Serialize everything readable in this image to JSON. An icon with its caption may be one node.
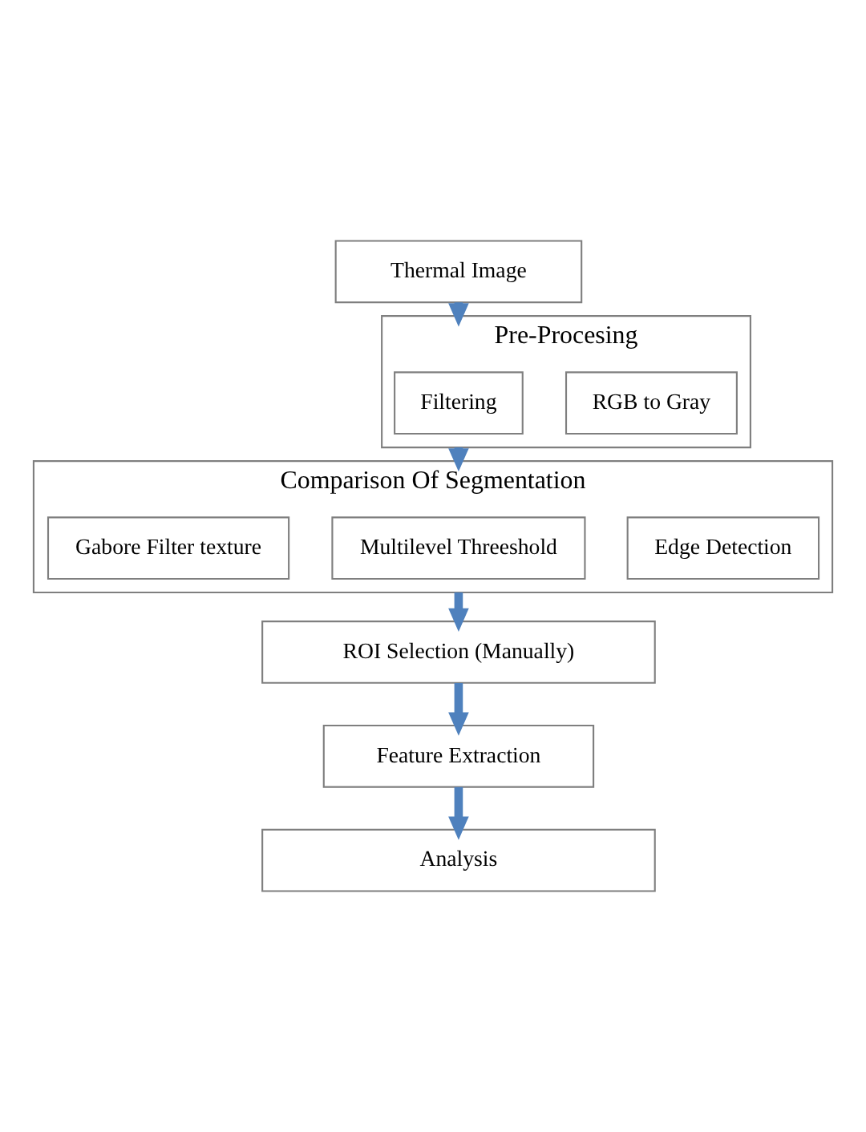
{
  "diagram": {
    "nodes": [
      {
        "text": [
          "Thermal Image"
        ]
      },
      {
        "text": [
          "Pre-Procesing"
        ]
      },
      {
        "text": [
          "RGB to Gray"
        ],
        "in": 1
      },
      {
        "text": [
          "Filtering"
        ],
        "in": 1
      },
      {
        "text": [
          "Comparison Of Segmentation"
        ]
      },
      {
        "text": [
          "Edge Detection"
        ],
        "in": 4
      },
      {
        "text": [
          "Multilevel Threeshold"
        ],
        "in": 4
      },
      {
        "text": [
          "Gabore Filter texture"
        ],
        "in": 4
      },
      {
        "text": [
          "ROI Selection (Manually)"
        ]
      },
      {
        "text": [
          "Feature Extraction"
        ]
      },
      {
        "text": [
          "Analysis"
        ]
      }
    ],
    "edges": [
      {
        "from": 0,
        "to": 1,
        "arrow": "to"
      },
      {
        "from": 1,
        "to": 4,
        "arrow": "to"
      },
      {
        "from": 4,
        "to": 8,
        "arrow": "to"
      },
      {
        "from": 8,
        "to": 9,
        "arrow": "to"
      },
      {
        "from": 9,
        "to": 10,
        "arrow": "to"
      }
    ]
  }
}
